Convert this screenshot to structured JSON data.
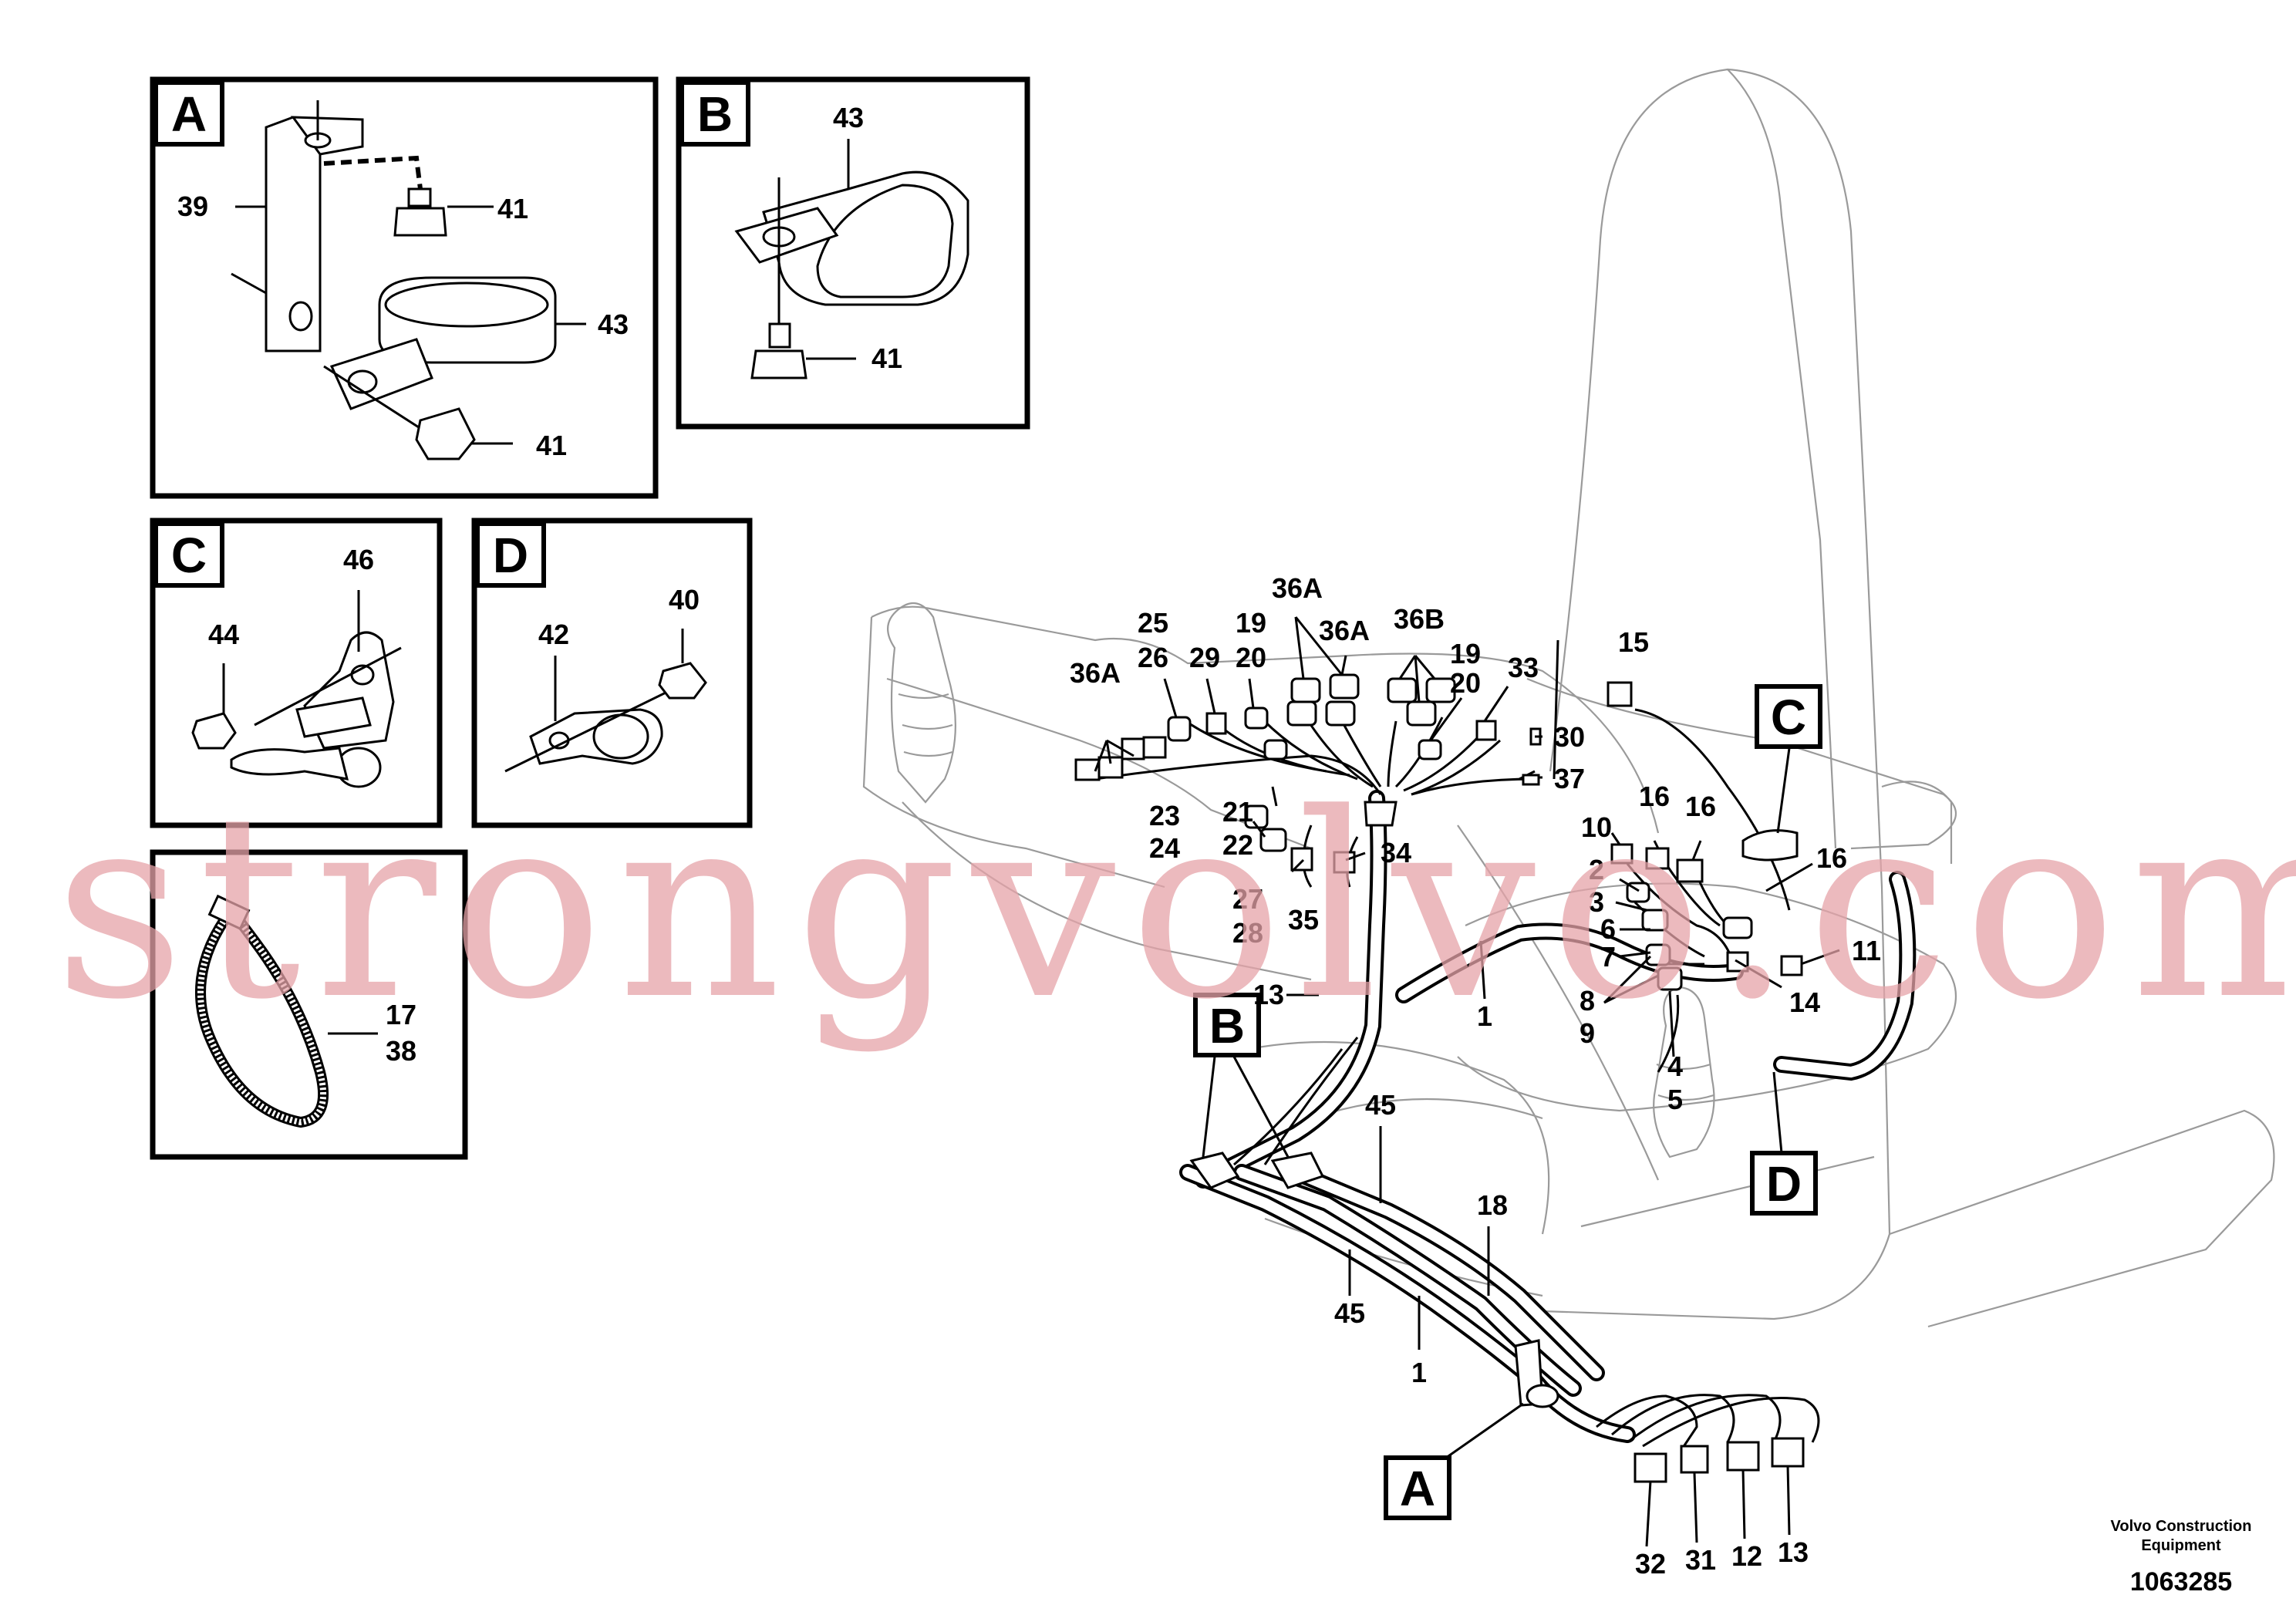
{
  "detail_views": {
    "a": {
      "letter": "A",
      "labels": [
        "39",
        "41",
        "43",
        "41"
      ]
    },
    "b": {
      "letter": "B",
      "labels": [
        "43",
        "41"
      ]
    },
    "c": {
      "letter": "C",
      "labels": [
        "46",
        "44"
      ]
    },
    "d": {
      "letter": "D",
      "labels": [
        "40",
        "42"
      ]
    },
    "tie": {
      "labels": [
        "17",
        "38"
      ]
    }
  },
  "callout_boxes": {
    "a": "A",
    "b": "B",
    "c": "C",
    "d": "D"
  },
  "part_labels": [
    "36A",
    "25",
    "26",
    "29",
    "19",
    "20",
    "36A",
    "36A",
    "36B",
    "19",
    "20",
    "33",
    "15",
    "30",
    "37",
    "23",
    "24",
    "21",
    "22",
    "27",
    "28",
    "35",
    "34",
    "10",
    "16",
    "16",
    "16",
    "2",
    "3",
    "6",
    "7",
    "11",
    "8",
    "9",
    "14",
    "4",
    "5",
    "13",
    "1",
    "45",
    "18",
    "45",
    "1",
    "32",
    "31",
    "12",
    "13"
  ],
  "watermark": "strongvolvo.com",
  "footer": {
    "company_line1": "Volvo Construction",
    "company_line2": "Equipment",
    "drawing_number": "1063285"
  }
}
